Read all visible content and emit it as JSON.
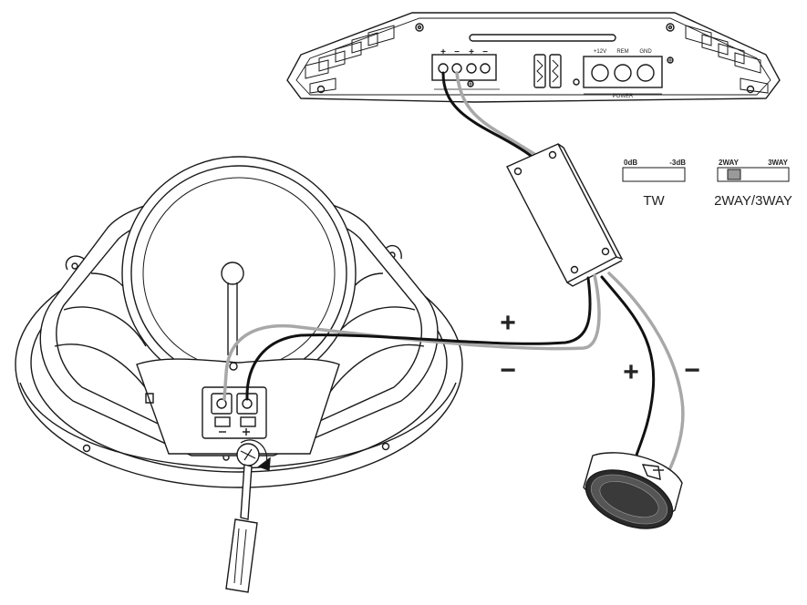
{
  "amplifier": {
    "terminal_signs": [
      "+",
      "−",
      "+",
      "−"
    ],
    "power_labels": [
      "+12V",
      "REM",
      "GND"
    ],
    "power_caption": "POWER"
  },
  "switches": {
    "tw": {
      "left": "0dB",
      "right": "-3dB",
      "name": "TW"
    },
    "way": {
      "left": "2WAY",
      "right": "3WAY",
      "name": "2WAY/3WAY"
    }
  },
  "wire_labels": {
    "woofer_plus": "+",
    "woofer_minus": "−",
    "tweeter_plus": "+",
    "tweeter_minus": "−"
  },
  "colors": {
    "line": "#1a1a1a",
    "wire_black": "#111111",
    "wire_gray": "#a8a8a8",
    "background": "#ffffff"
  }
}
